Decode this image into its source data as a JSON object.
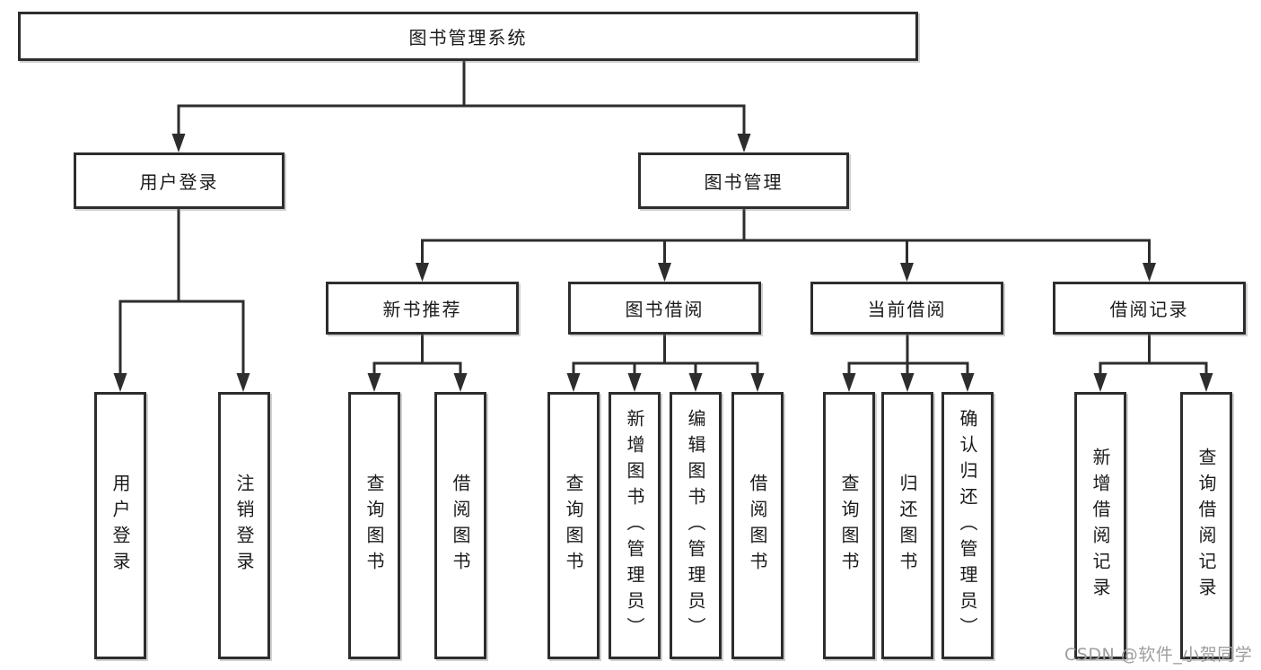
{
  "diagram": {
    "type": "hierarchy-tree",
    "title": "图书管理系统",
    "watermark": "CSDN @软件_小贺同学",
    "colors": {
      "background": "#ffffff",
      "box_border": "#2d2d2d",
      "box_fill": "#ffffff",
      "connector": "#2d2d2d",
      "text": "#1b1b1b",
      "watermark": "#9e9e9e"
    },
    "nodes": {
      "root": "图书管理系统",
      "user_login": "用户登录",
      "book_mgmt": "图书管理",
      "rec_new_books": "新书推荐",
      "book_borrow": "图书借阅",
      "current_borrow": "当前借阅",
      "borrow_records": "借阅记录",
      "leaf_user_login": "用户登录",
      "leaf_logout": "注销登录",
      "leaf_rec_query": "查询图书",
      "leaf_rec_borrow": "借阅图书",
      "leaf_bb_query": "查询图书",
      "leaf_bb_add": "新增图书（管理员）",
      "leaf_bb_edit": "编辑图书（管理员）",
      "leaf_bb_borrow": "借阅图书",
      "leaf_cb_query": "查询图书",
      "leaf_cb_return": "归还图书",
      "leaf_cb_confirm": "确认归还（管理员）",
      "leaf_br_add": "新增借阅记录",
      "leaf_br_query": "查询借阅记录"
    },
    "hierarchy": {
      "图书管理系统": {
        "用户登录": [
          "用户登录",
          "注销登录"
        ],
        "图书管理": {
          "新书推荐": [
            "查询图书",
            "借阅图书"
          ],
          "图书借阅": [
            "查询图书",
            "新增图书（管理员）",
            "编辑图书（管理员）",
            "借阅图书"
          ],
          "当前借阅": [
            "查询图书",
            "归还图书",
            "确认归还（管理员）"
          ],
          "借阅记录": [
            "新增借阅记录",
            "查询借阅记录"
          ]
        }
      }
    }
  }
}
